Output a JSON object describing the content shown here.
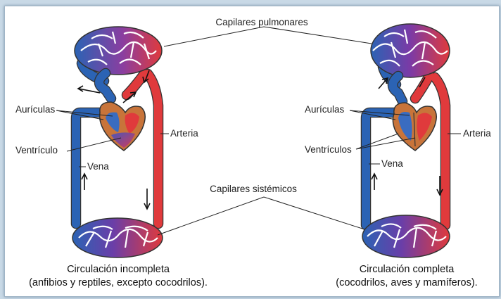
{
  "labels": {
    "capilares_pulmonares": "Capilares pulmonares",
    "capilares_sistemicos": "Capilares sistémicos",
    "left": {
      "auriculas": "Aurículas",
      "ventriculo": "Ventrículo",
      "vena": "Vena",
      "arteria": "Arteria",
      "caption_line1": "Circulación incompleta",
      "caption_line2": "(anfibios y reptiles, excepto cocodrilos)."
    },
    "right": {
      "auriculas": "Aurículas",
      "ventriculos": "Ventrículos",
      "vena": "Vena",
      "arteria": "Arteria",
      "caption_line1": "Circulación completa",
      "caption_line2": "(cocodrilos, aves y mamíferos)."
    }
  },
  "colors": {
    "artery": "#e03a3c",
    "vein": "#2b63b4",
    "mixed": "#8a3ea0",
    "heart_wall": "#c8743a",
    "background": "#c9d9e6"
  }
}
